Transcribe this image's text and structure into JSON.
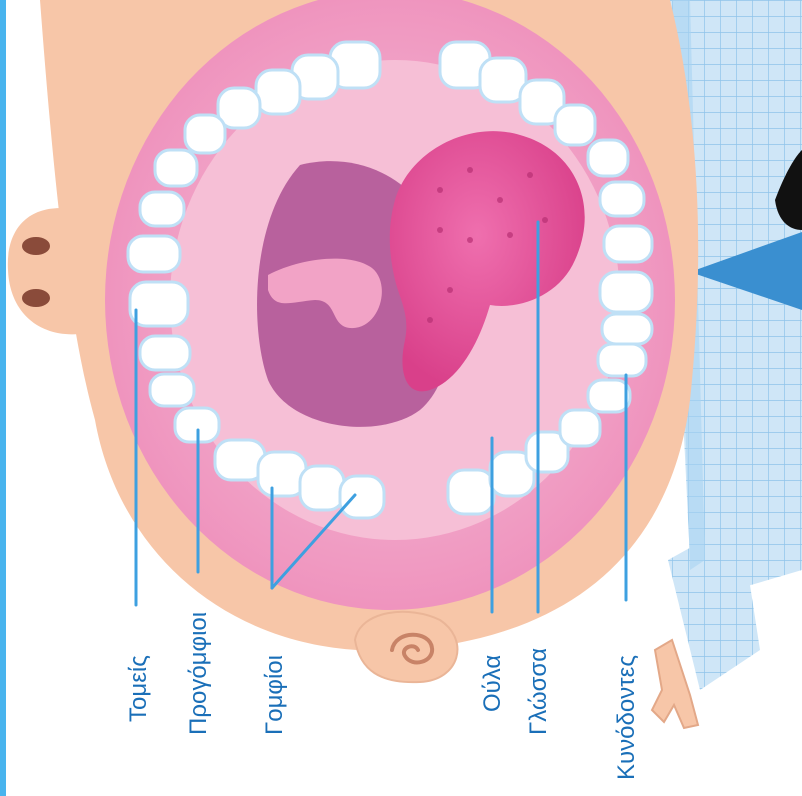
{
  "diagram": {
    "labels": {
      "incisors": "Τομείς",
      "premolars": "Προγόμφιοι",
      "molars": "Γομφίοι",
      "gums": "Ούλα",
      "tongue": "Γλώσσα",
      "canines": "Κυνόδοντες"
    },
    "colors": {
      "skin": "#f7c6a8",
      "mouth_pink": "#f2a3c6",
      "mouth_inner": "#f6bfd6",
      "throat": "#b8619d",
      "tongue": "#e3549a",
      "tooth": "#ffffff",
      "shirt": "#c9e3f6",
      "label_line": "#3ea0e0",
      "label_text": "#1a6fb8"
    }
  }
}
